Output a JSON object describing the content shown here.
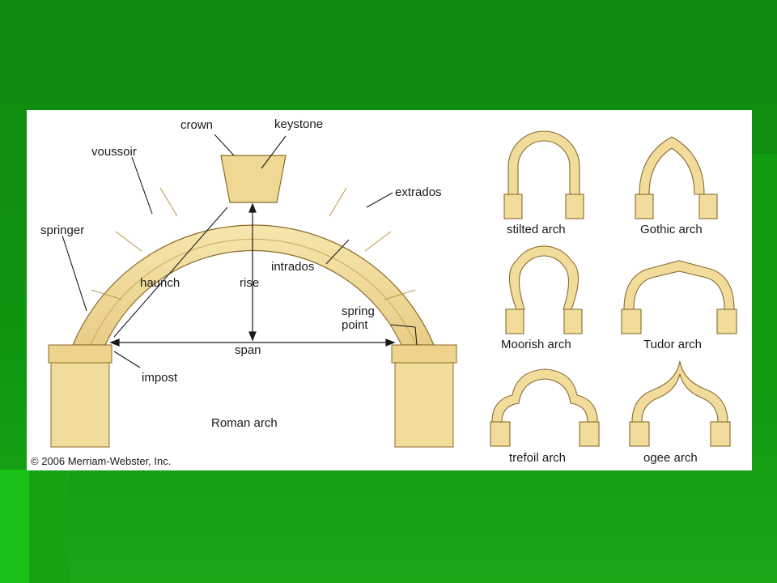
{
  "diagram": {
    "main_labels": {
      "crown": "crown",
      "keystone": "keystone",
      "voussoir": "voussoir",
      "extrados": "extrados",
      "springer": "springer",
      "intrados": "intrados",
      "haunch": "haunch",
      "rise": "rise",
      "spring_point": [
        "spring",
        "point"
      ],
      "span": "span",
      "impost": "impost",
      "title": "Roman arch"
    },
    "copyright": "© 2006 Merriam-Webster, Inc.",
    "arch_types": [
      "stilted arch",
      "Gothic arch",
      "Moorish arch",
      "Tudor arch",
      "trefoil arch",
      "ogee arch"
    ]
  },
  "colors": {
    "stone_fill": "#f2dd9a",
    "stone_dark": "#e3c57a",
    "stone_stroke": "#8a6b2c",
    "background_green": "#108a10",
    "panel": "#ffffff"
  }
}
